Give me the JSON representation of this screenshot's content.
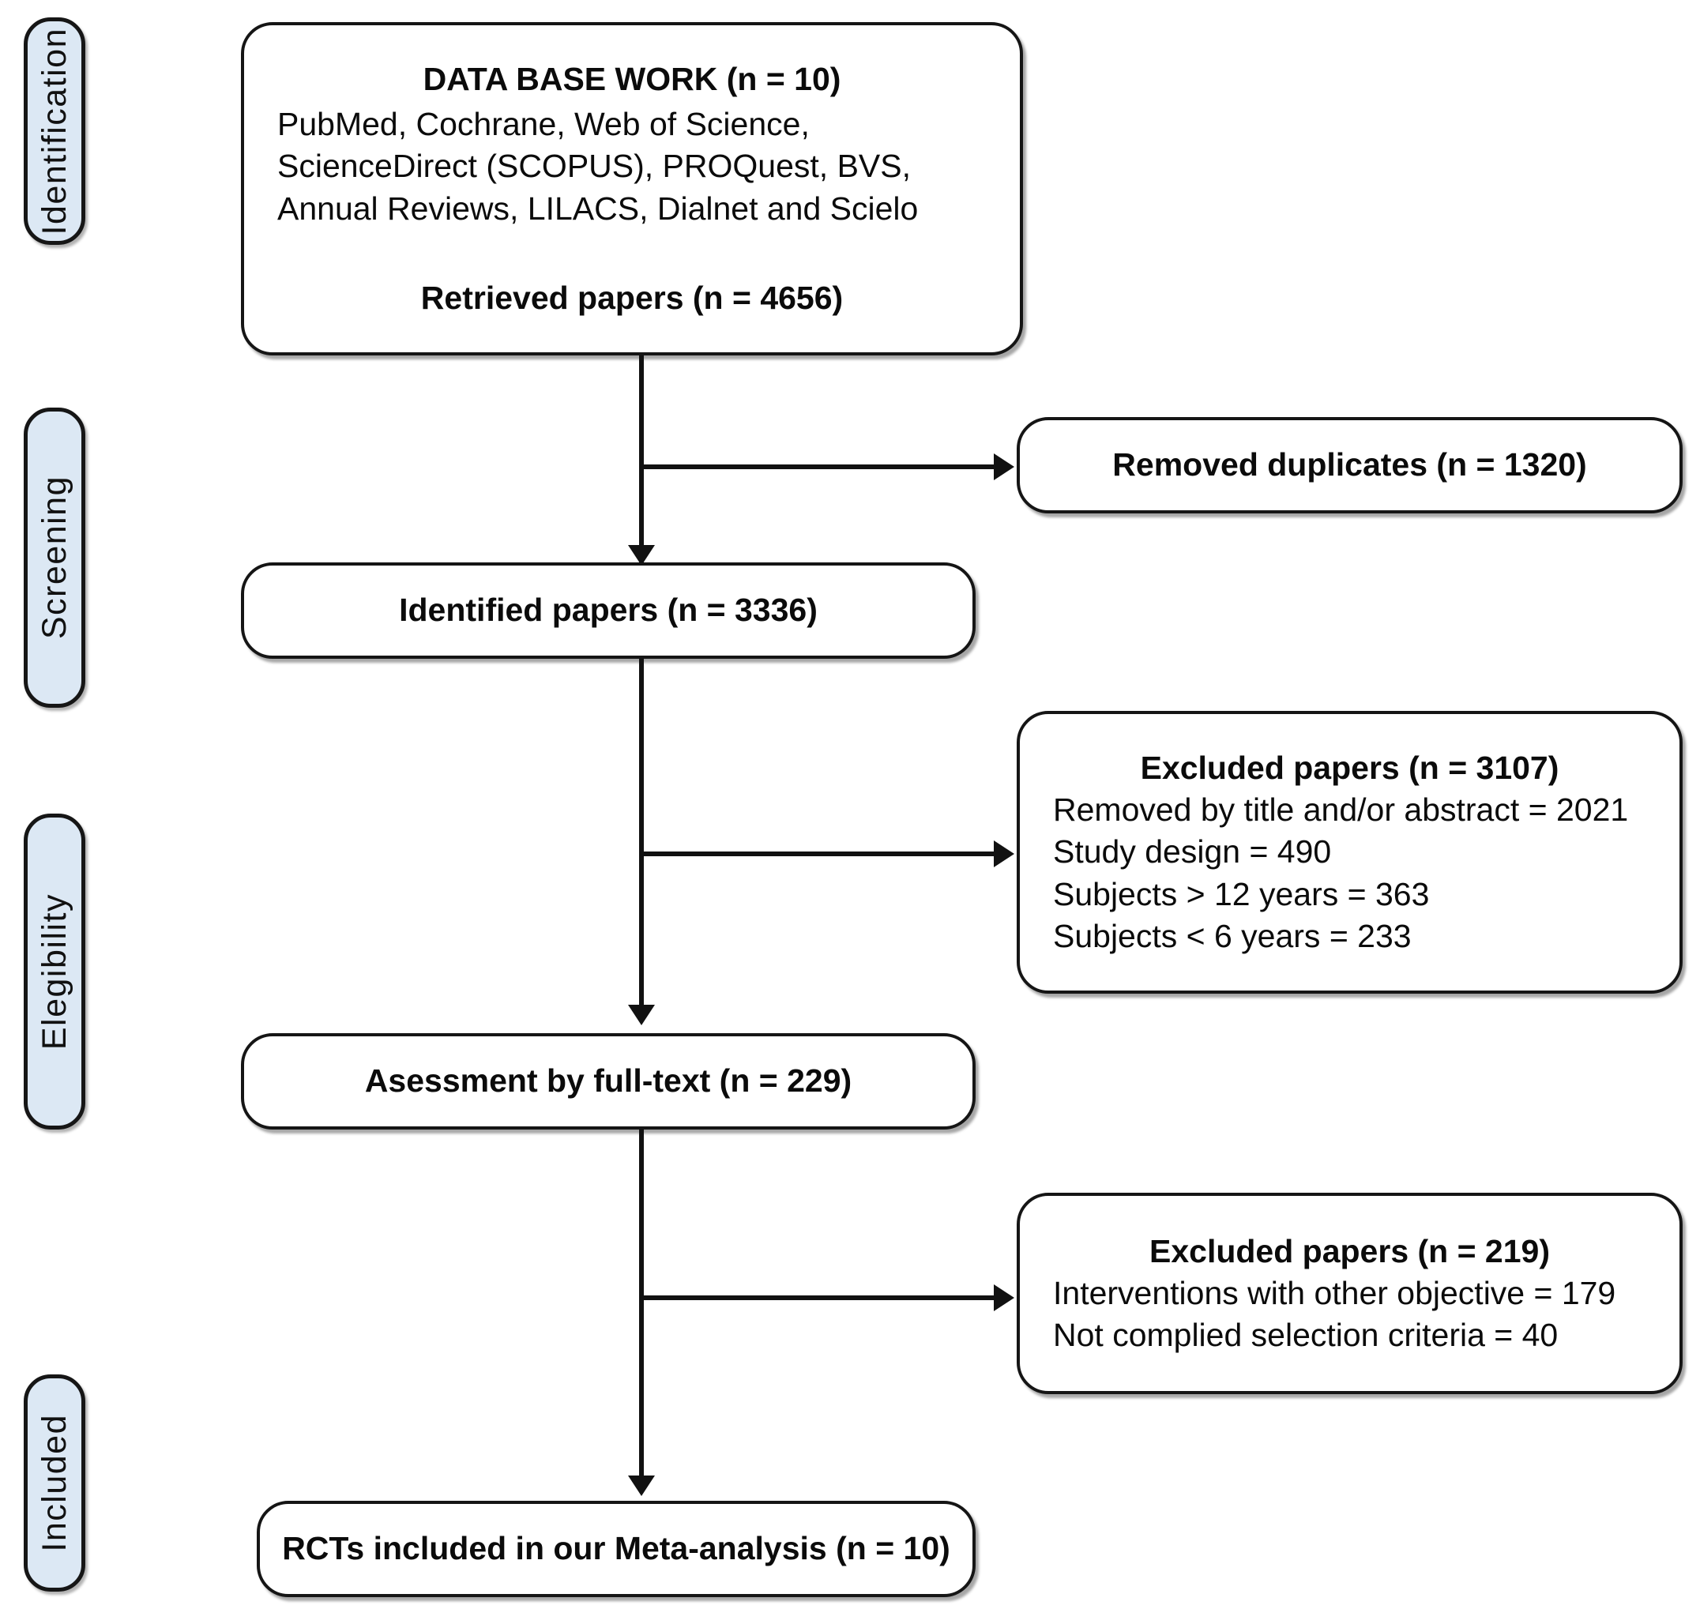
{
  "diagram": {
    "type": "prisma-flow-diagram",
    "title": "PRISMA study selection flow",
    "accent_fill": "#dce8f4",
    "border_color": "#151515",
    "background": "#ffffff"
  },
  "stages": [
    {
      "id": "identification",
      "label": "Identification"
    },
    {
      "id": "screening",
      "label": "Screening"
    },
    {
      "id": "eligibility",
      "label": "Elegibility"
    },
    {
      "id": "included",
      "label": "Included"
    }
  ],
  "boxes": {
    "database_work": {
      "heading": "DATA BASE WORK (n = 10)",
      "sources_line_1": "PubMed, Cochrane, Web of Science,",
      "sources_line_2": "ScienceDirect (SCOPUS), PROQuest,  BVS,",
      "sources_line_3": "Annual Reviews, LILACS, Dialnet and Scielo",
      "retrieved": "Retrieved papers (n = 4656)"
    },
    "removed_duplicates": {
      "label": "Removed duplicates (n = 1320)"
    },
    "identified_papers": {
      "label": "Identified papers (n = 3336)"
    },
    "excluded_screening": {
      "heading": "Excluded papers (n = 3107)",
      "reason_1": "Removed by title and/or abstract = 2021",
      "reason_2": "Study design = 490",
      "reason_3": "Subjects > 12 years = 363",
      "reason_4": "Subjects < 6 years = 233"
    },
    "assessment_full_text": {
      "label": "Asessment by full-text (n = 229)"
    },
    "excluded_eligibility": {
      "heading": "Excluded papers (n = 219)",
      "reason_1": "Interventions with other objective = 179",
      "reason_2": "Not complied selection criteria = 40"
    },
    "included_rcts": {
      "label": "RCTs included in our Meta-analysis (n = 10)"
    }
  },
  "chart_data": {
    "type": "diagram",
    "title": "PRISMA flow of study selection",
    "nodes": [
      {
        "id": "database_work",
        "stage": "Identification",
        "n": 4656,
        "databases": 10
      },
      {
        "id": "removed_duplicates",
        "stage": "Screening",
        "n": 1320
      },
      {
        "id": "identified_papers",
        "stage": "Screening",
        "n": 3336
      },
      {
        "id": "excluded_screening",
        "stage": "Elegibility",
        "n": 3107
      },
      {
        "id": "assessment_full_text",
        "stage": "Elegibility",
        "n": 229
      },
      {
        "id": "excluded_eligibility",
        "stage": "Included",
        "n": 219
      },
      {
        "id": "included_rcts",
        "stage": "Included",
        "n": 10
      }
    ],
    "edges": [
      {
        "from": "database_work",
        "to": "removed_duplicates"
      },
      {
        "from": "database_work",
        "to": "identified_papers"
      },
      {
        "from": "identified_papers",
        "to": "excluded_screening"
      },
      {
        "from": "identified_papers",
        "to": "assessment_full_text"
      },
      {
        "from": "assessment_full_text",
        "to": "excluded_eligibility"
      },
      {
        "from": "assessment_full_text",
        "to": "included_rcts"
      }
    ]
  }
}
